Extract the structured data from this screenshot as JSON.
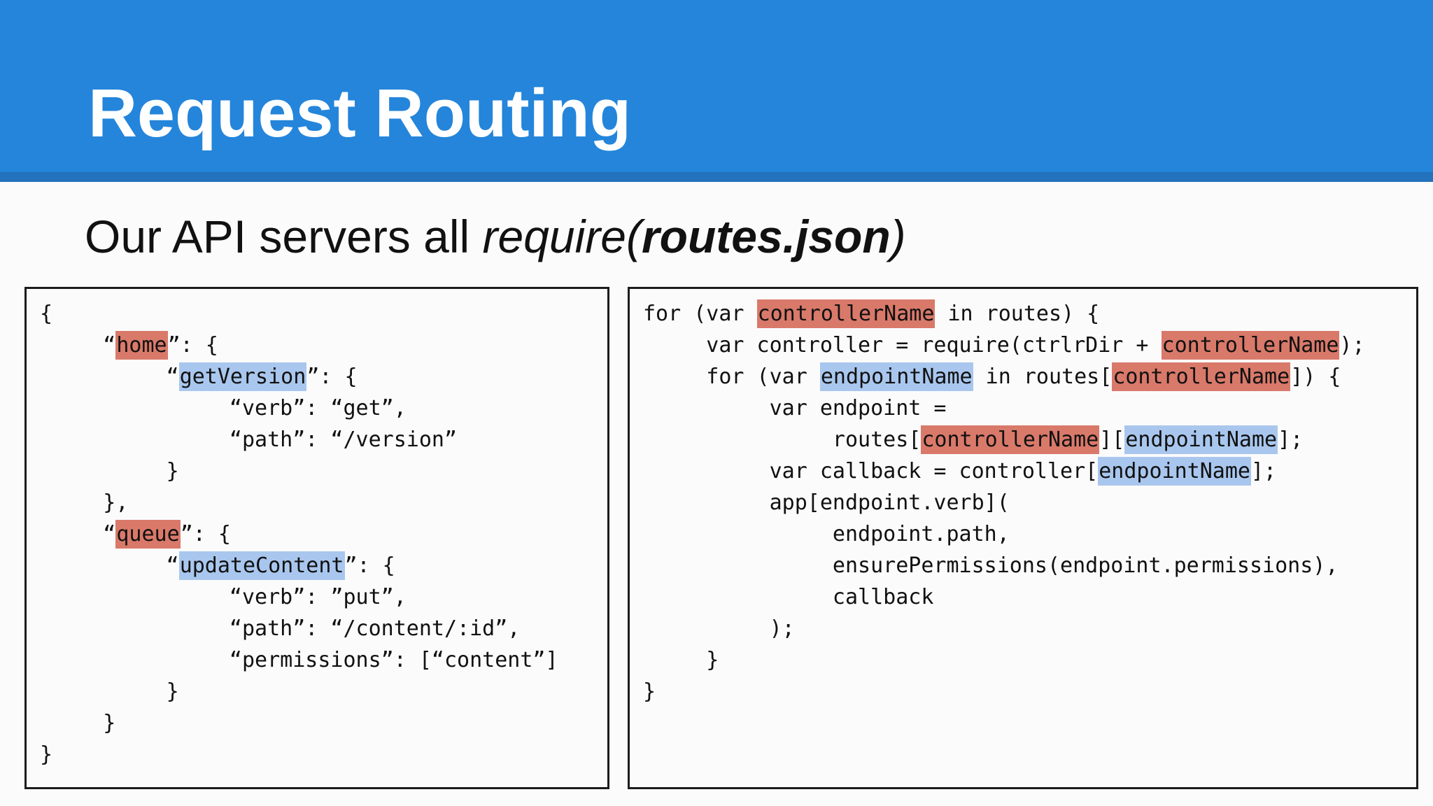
{
  "slide": {
    "title": "Request Routing",
    "subtitle_parts": [
      {
        "t": "Our API servers all ",
        "style": "regular"
      },
      {
        "t": "require(",
        "style": "italic"
      },
      {
        "t": "routes.json",
        "style": "bold-italic"
      },
      {
        "t": ")",
        "style": "italic"
      }
    ]
  },
  "colors": {
    "header_bg": "#2485db",
    "header_strip": "#2272bd",
    "page_bg": "#fbfbfc",
    "title_color": "#ffffff",
    "text_color": "#111111",
    "border_color": "#1c1c1c",
    "highlight_red": "#d9796a",
    "highlight_blue": "#a9c7ee"
  },
  "code_boxes": [
    {
      "name": "routes-json-listing",
      "lines": [
        [
          {
            "t": "{"
          }
        ],
        [
          {
            "t": "     “"
          },
          {
            "t": "home",
            "h": "red"
          },
          {
            "t": "”: {"
          }
        ],
        [
          {
            "t": "          “"
          },
          {
            "t": "getVersion",
            "h": "blue"
          },
          {
            "t": "”: {"
          }
        ],
        [
          {
            "t": "               “verb”: “get”,"
          }
        ],
        [
          {
            "t": "               “path”: “/version”"
          }
        ],
        [
          {
            "t": "          }"
          }
        ],
        [
          {
            "t": "     },"
          }
        ],
        [
          {
            "t": "     “"
          },
          {
            "t": "queue",
            "h": "red"
          },
          {
            "t": "”: {"
          }
        ],
        [
          {
            "t": "          “"
          },
          {
            "t": "updateContent",
            "h": "blue"
          },
          {
            "t": "”: {"
          }
        ],
        [
          {
            "t": "               “verb”: ”put”,"
          }
        ],
        [
          {
            "t": "               “path”: “/content/:id”,"
          }
        ],
        [
          {
            "t": "               “permissions”: [“content”]"
          }
        ],
        [
          {
            "t": "          }"
          }
        ],
        [
          {
            "t": "     }"
          }
        ],
        [
          {
            "t": "}"
          }
        ]
      ]
    },
    {
      "name": "router-code-listing",
      "lines": [
        [
          {
            "t": "for (var "
          },
          {
            "t": "controllerName",
            "h": "red"
          },
          {
            "t": " in routes) {"
          }
        ],
        [
          {
            "t": "     var controller = require(ctrlrDir + "
          },
          {
            "t": "controllerName",
            "h": "red"
          },
          {
            "t": ");"
          }
        ],
        [
          {
            "t": "     for (var "
          },
          {
            "t": "endpointName",
            "h": "blue"
          },
          {
            "t": " in routes["
          },
          {
            "t": "controllerName",
            "h": "red"
          },
          {
            "t": "]) {"
          }
        ],
        [
          {
            "t": "          var endpoint ="
          }
        ],
        [
          {
            "t": "               routes["
          },
          {
            "t": "controllerName",
            "h": "red"
          },
          {
            "t": "]["
          },
          {
            "t": "endpointName",
            "h": "blue"
          },
          {
            "t": "];"
          }
        ],
        [
          {
            "t": "          var callback = controller["
          },
          {
            "t": "endpointName",
            "h": "blue"
          },
          {
            "t": "];"
          }
        ],
        [
          {
            "t": "          app[endpoint.verb]("
          }
        ],
        [
          {
            "t": "               endpoint.path,"
          }
        ],
        [
          {
            "t": "               ensurePermissions(endpoint.permissions),"
          }
        ],
        [
          {
            "t": "               callback"
          }
        ],
        [
          {
            "t": "          );"
          }
        ],
        [
          {
            "t": "     }"
          }
        ],
        [
          {
            "t": "}"
          }
        ]
      ]
    }
  ]
}
